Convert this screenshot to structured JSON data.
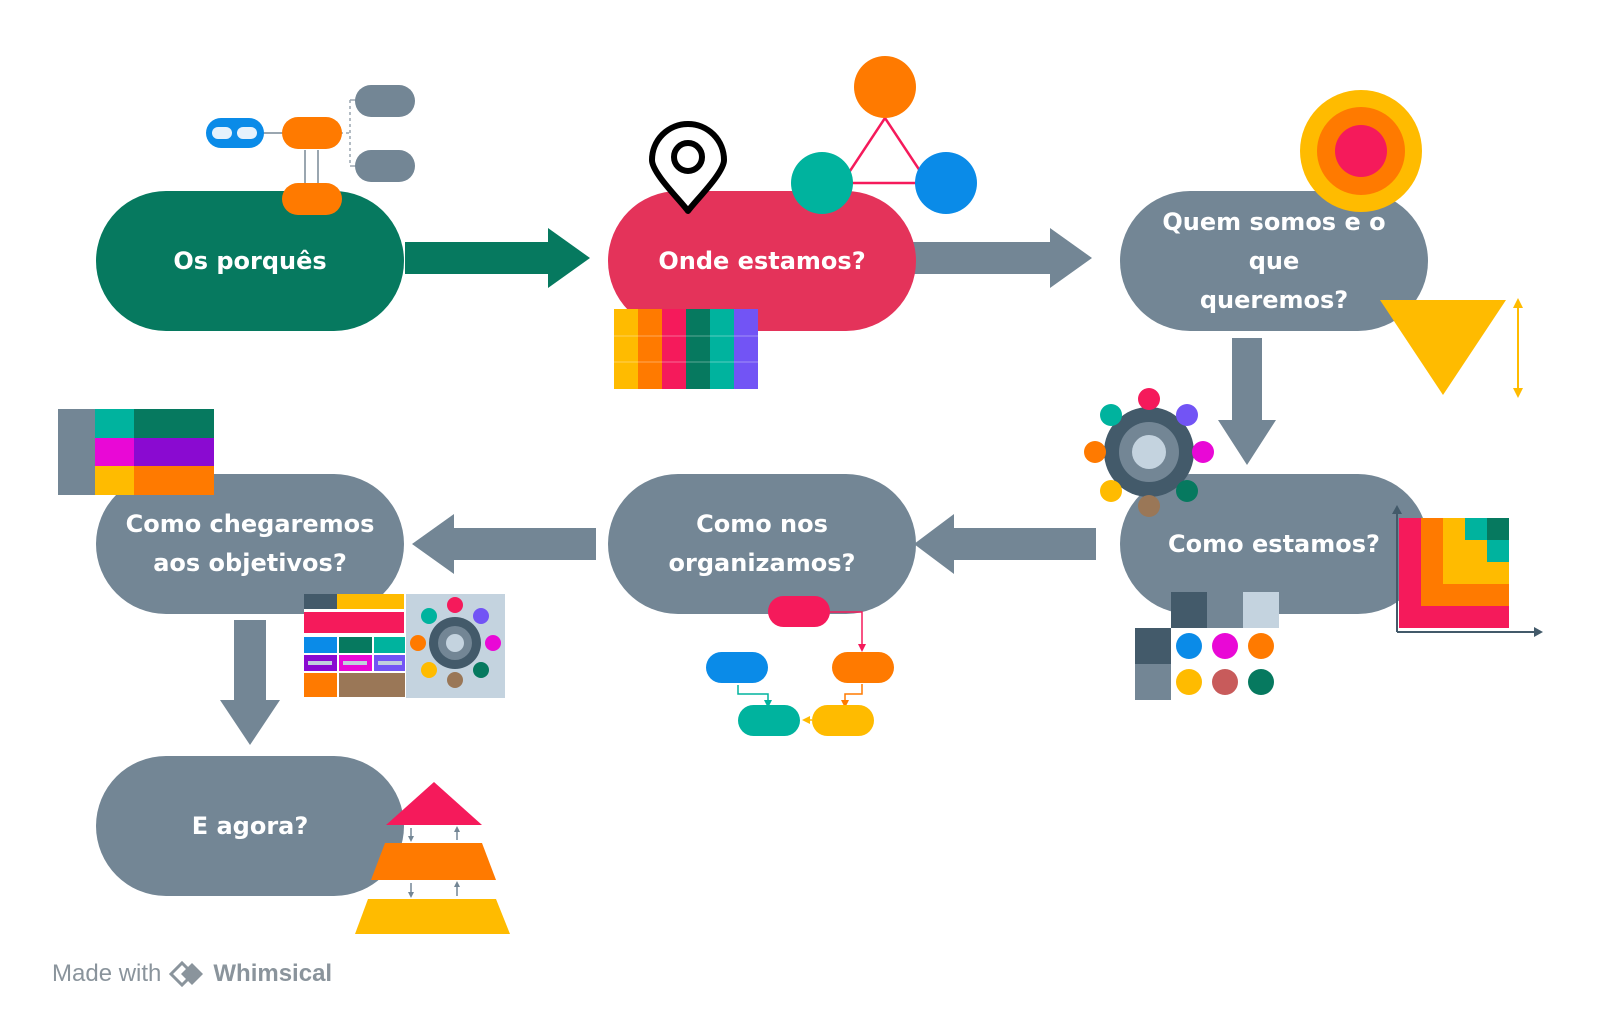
{
  "colors": {
    "green": "#06795F",
    "red": "#E4335A",
    "gray": "#738695",
    "orange": "#FF7A00",
    "yellow": "#FFBB00",
    "pink": "#F51A5B",
    "blue": "#0A8BE8",
    "teal": "#00B39E",
    "magenta": "#E908D6",
    "purple": "#8A0AD1",
    "violet": "#7254F5",
    "brown": "#9A7757",
    "slate": "#435A6A",
    "lightblue": "#C4D3DF"
  },
  "steps": [
    {
      "id": "porques",
      "line1": "Os porquês",
      "line2": ""
    },
    {
      "id": "onde",
      "line1": "Onde estamos?",
      "line2": ""
    },
    {
      "id": "quem",
      "line1": "Quem somos e o que",
      "line2": "queremos?"
    },
    {
      "id": "como-estamos",
      "line1": "Como estamos?",
      "line2": ""
    },
    {
      "id": "organizamos",
      "line1": "Como nos",
      "line2": "organizamos?"
    },
    {
      "id": "chegaremos",
      "line1": "Como chegaremos",
      "line2": "aos objetivos?"
    },
    {
      "id": "agora",
      "line1": "E agora?",
      "line2": ""
    }
  ],
  "icons": [
    "mindmap-icon",
    "location-pin-icon",
    "triangle-network-icon",
    "target-icon",
    "funnel-icon",
    "color-columns-icon",
    "color-grid-icon",
    "gear-network-icon",
    "heatmap-matrix-icon",
    "color-swatches-icon",
    "flowchart-icon",
    "kanban-board-icon",
    "pyramid-icon",
    "whimsical-logo-icon"
  ],
  "footer": {
    "made_with": "Made with",
    "brand": "Whimsical"
  }
}
